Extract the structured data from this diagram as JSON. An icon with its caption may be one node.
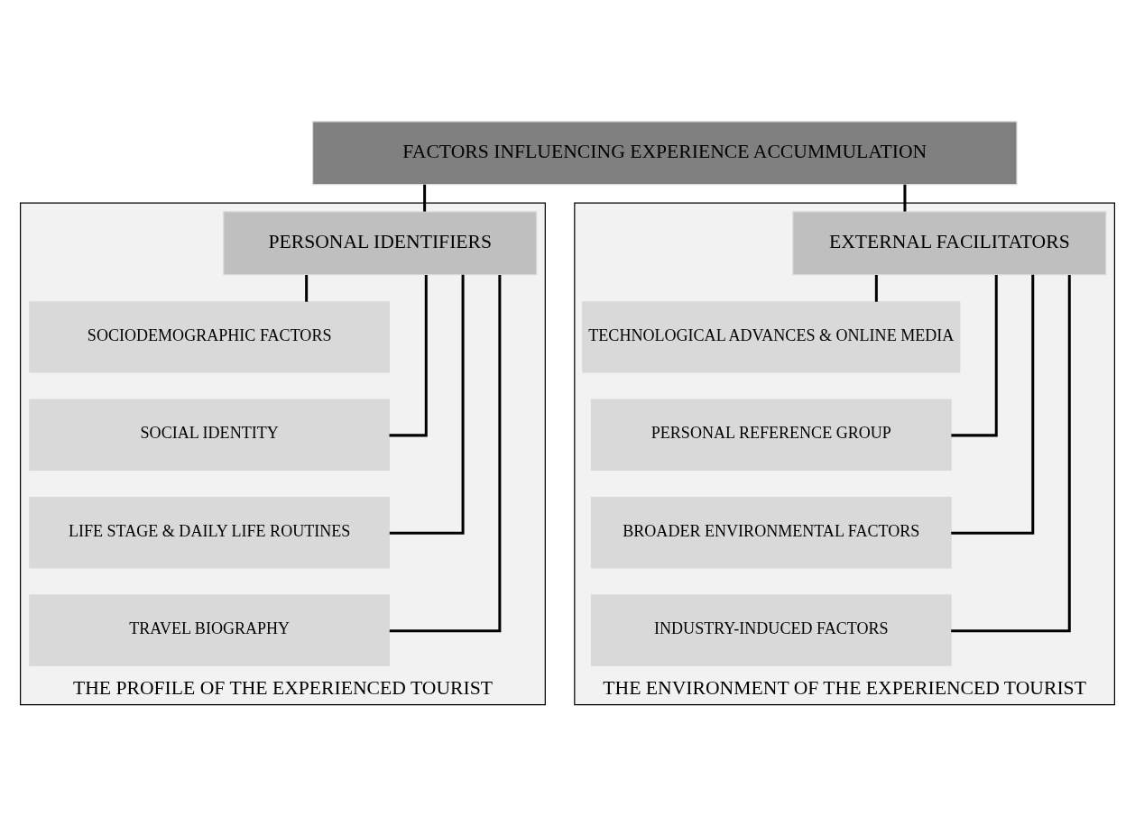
{
  "diagram": {
    "nodes": [
      {
        "text": [
          "FACTORS INFLUENCING EXPERIENCE ACCUMMULATION"
        ]
      },
      {
        "text": [
          "THE PROFILE OF THE EXPERIENCED TOURIST"
        ]
      },
      {
        "text": [
          "PERSONAL IDENTIFIERS"
        ],
        "in": 1
      },
      {
        "text": [
          "SOCIODEMOGRAPHIC FACTORS"
        ],
        "in": 1
      },
      {
        "text": [
          "SOCIAL IDENTITY"
        ],
        "in": 1
      },
      {
        "text": [
          "LIFE STAGE & DAILY LIFE ROUTINES"
        ],
        "in": 1
      },
      {
        "text": [
          "TRAVEL BIOGRAPHY"
        ],
        "in": 1
      },
      {
        "text": [
          "THE ENVIRONMENT OF THE EXPERIENCED TOURIST"
        ]
      },
      {
        "text": [
          "EXTERNAL FACILITATORS"
        ],
        "in": 7
      },
      {
        "text": [
          "TECHNOLOGICAL ADVANCES & ONLINE MEDIA"
        ],
        "in": 7
      },
      {
        "text": [
          "PERSONAL REFERENCE GROUP"
        ],
        "in": 7
      },
      {
        "text": [
          "BROADER ENVIRONMENTAL FACTORS"
        ],
        "in": 7
      },
      {
        "text": [
          "INDUSTRY-INDUCED FACTORS"
        ],
        "in": 7
      }
    ],
    "edges": [
      {
        "from": 0,
        "to": 2,
        "arrow": "none"
      },
      {
        "from": 0,
        "to": 8,
        "arrow": "none"
      },
      {
        "from": 2,
        "to": 3,
        "arrow": "none"
      },
      {
        "from": 2,
        "to": 4,
        "arrow": "none"
      },
      {
        "from": 2,
        "to": 5,
        "arrow": "none"
      },
      {
        "from": 2,
        "to": 6,
        "arrow": "none"
      },
      {
        "from": 8,
        "to": 9,
        "arrow": "none"
      },
      {
        "from": 8,
        "to": 10,
        "arrow": "none"
      },
      {
        "from": 8,
        "to": 11,
        "arrow": "none"
      },
      {
        "from": 8,
        "to": 12,
        "arrow": "none"
      }
    ]
  }
}
